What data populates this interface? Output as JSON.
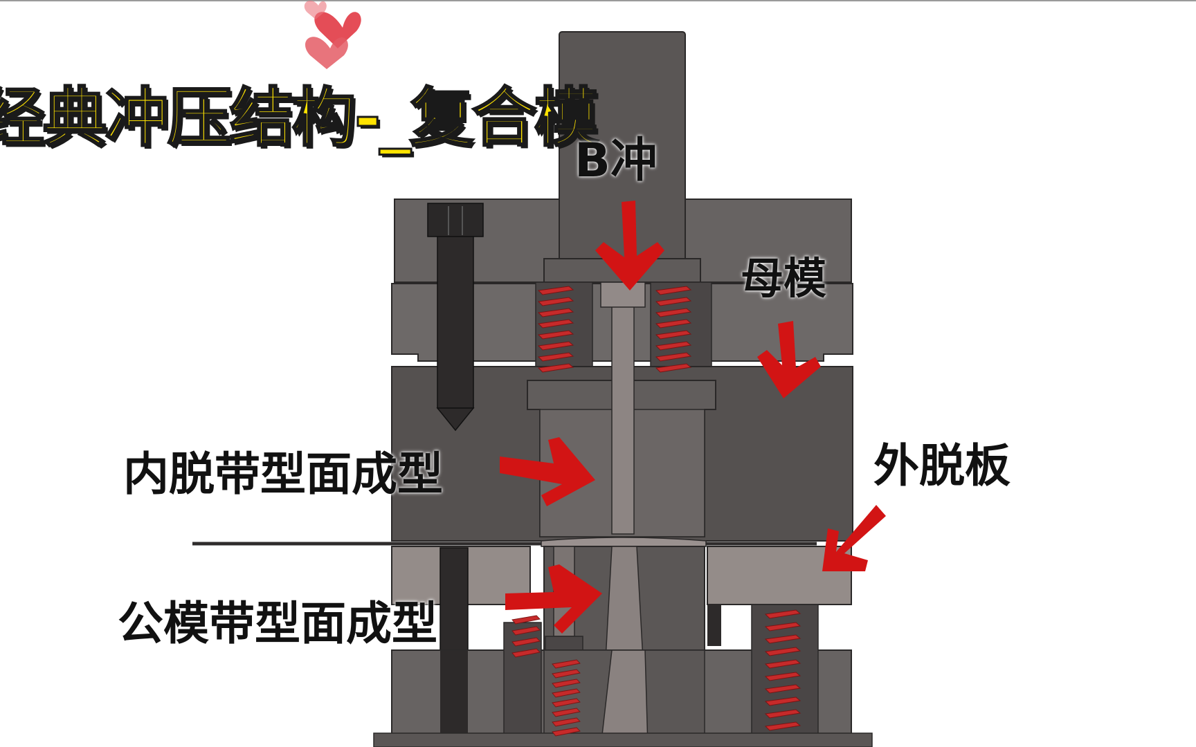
{
  "title": "经典冲压结构-_复合模",
  "labels": {
    "b_punch": "B冲",
    "female_die": "母模",
    "inner_stripper": "内脱带型面成型",
    "outer_stripper": "外脱板",
    "male_die": "公模带型面成型"
  },
  "colors": {
    "die_dark": "#555150",
    "die_mid": "#676362",
    "die_light": "#948c89",
    "spring": "#c62a2a",
    "arrow": "#d21414",
    "title_fill": "#ffe300",
    "heart": "#e23a45"
  },
  "icons": [
    "heart-icon",
    "arrow-icon",
    "spring-icon",
    "bolt-icon"
  ]
}
